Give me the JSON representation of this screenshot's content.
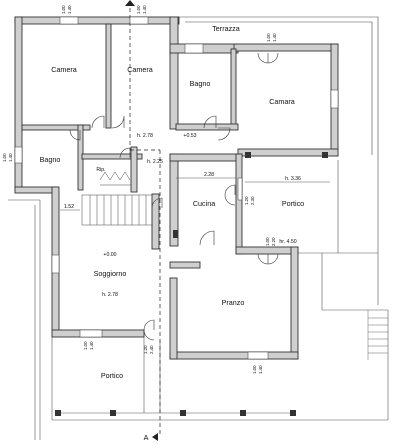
{
  "plan": {
    "rooms": {
      "camera_1": "Camera",
      "camera_2": "Camera",
      "terrazza": "Terrazza",
      "bagno_1": "Bagno",
      "camara": "Camara",
      "bagno_2": "Bagno",
      "rip": "Rip.",
      "cucina": "Cucina",
      "portico_east": "Portico",
      "soggiorno": "Soggiorno",
      "pranzo": "Pranzo",
      "portico_south": "Portico"
    },
    "heights": {
      "h_278_top": "h. 2.78",
      "h_225": "h. 2.25",
      "h_336": "h. 3.36",
      "hr_450": "hr. 4.50",
      "h_278_soggiorno": "h. 2.78"
    },
    "levels": {
      "level_053": "+0.53",
      "level_000": "+0.00"
    },
    "dimensions": {
      "dim_228": "2.28",
      "dim_152": "1.52"
    },
    "window_tags": {
      "w_top_left": [
        "1.00",
        "1.40"
      ],
      "w_top_right": [
        "1.00",
        "1.40"
      ],
      "w_left_bagno": [
        "1.00",
        "1.40"
      ],
      "w_terrazza": [
        "1.00",
        "1.40"
      ],
      "w_portico_east": [
        "1.20",
        "2.30"
      ],
      "w_pranzo_top": [
        "1.00",
        "2.20"
      ],
      "w_soggiorno_bottom": [
        "1.00",
        "1.40"
      ],
      "w_entrance": [
        "1.20",
        "2.40"
      ],
      "w_bottom_right": [
        "1.00",
        "1.40"
      ]
    },
    "section_mark": "A"
  }
}
